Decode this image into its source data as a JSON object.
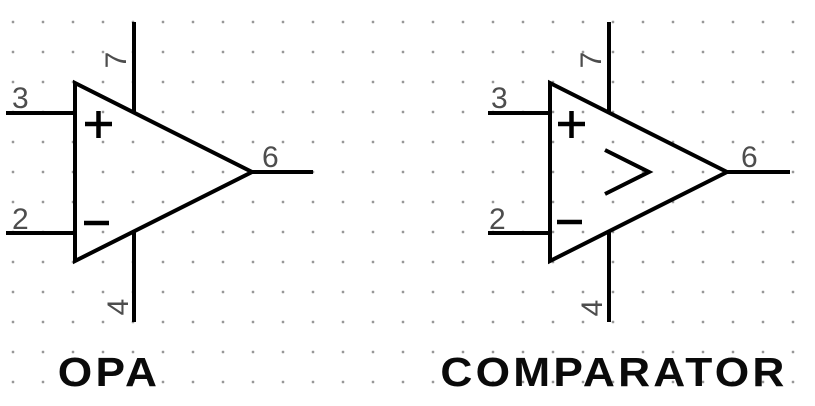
{
  "canvas": {
    "background": "#ffffff",
    "grid_dot_color": "#8f8f8f",
    "line_color": "#000000",
    "pin_label_color": "#4d4d4d",
    "title_color": "#0a0a0a"
  },
  "symbols": [
    {
      "title": "OPA",
      "pins": {
        "non_inverting_input": "3",
        "inverting_input": "2",
        "positive_supply": "7",
        "negative_supply": "4",
        "output": "6"
      },
      "markers": {
        "plus": "+",
        "minus": "−"
      }
    },
    {
      "title": "COMPARATOR",
      "pins": {
        "non_inverting_input": "3",
        "inverting_input": "2",
        "positive_supply": "7",
        "negative_supply": "4",
        "output": "6"
      },
      "markers": {
        "plus": "+",
        "minus": "−",
        "chevron": ">"
      }
    }
  ]
}
